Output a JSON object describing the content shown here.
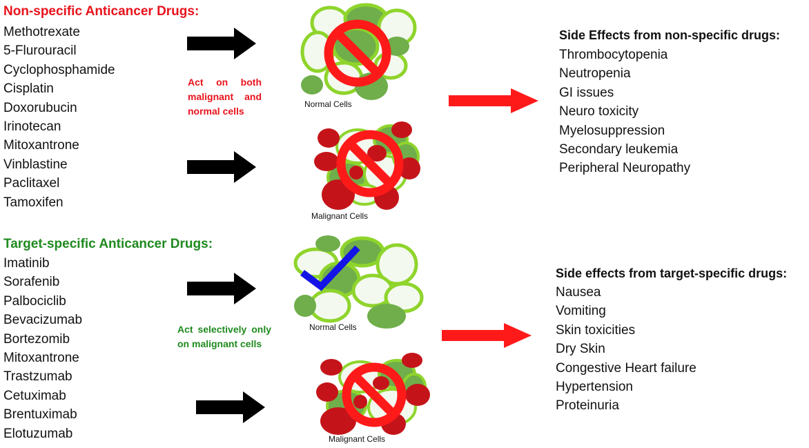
{
  "nonspecific": {
    "heading": "Non-specific Anticancer Drugs:",
    "drugs": [
      "Methotrexate",
      "5-Flurouracil",
      "Cyclophosphamide",
      "Cisplatin",
      "Doxorubucin",
      "Irinotecan",
      "Mitoxantrone",
      "Vinblastine",
      "Paclitaxel",
      "Tamoxifen"
    ],
    "note": "Act on both malignant and normal cells",
    "normal_label": "Normal Cells",
    "malignant_label": "Malignant Cells",
    "side_effects_title": "Side Effects from non-specific drugs:",
    "side_effects": [
      "Thrombocytopenia",
      "Neutropenia",
      "GI issues",
      "Neuro toxicity",
      "Myelosuppression",
      "Secondary leukemia",
      "Peripheral Neuropathy"
    ]
  },
  "targeted": {
    "heading": "Target-specific Anticancer Drugs:",
    "drugs": [
      "Imatinib",
      "Sorafenib",
      "Palbociclib",
      "Bevacizumab",
      "Bortezomib",
      "Mitoxantrone",
      "Trastzumab",
      "Cetuximab",
      "Brentuximab",
      "Elotuzumab"
    ],
    "note": "Act selectively only on malignant cells",
    "normal_label": "Normal Cells",
    "malignant_label": "Malignant Cells",
    "side_effects_title": "Side effects from target-specific drugs:",
    "side_effects": [
      "Nausea",
      "Vomiting",
      "Skin toxicities",
      "Dry Skin",
      "Congestive Heart failure",
      "Hypertension",
      "Proteinuria"
    ]
  },
  "icons": {
    "prohibited": "prohibition-sign-icon",
    "approved": "check-mark-icon",
    "black_arrow": "black-arrow-icon",
    "red_arrow": "red-arrow-icon"
  },
  "colors": {
    "red_text": "#e8121b",
    "green_text": "#1f8a1f",
    "normal_cell_fill": "#6fae4a",
    "normal_cell_light": "#f3f9ee",
    "normal_cell_ring": "#8fd42c",
    "malignant_cell": "#c4141a",
    "prohibition": "#ff1a1a",
    "check": "#1414e6"
  }
}
